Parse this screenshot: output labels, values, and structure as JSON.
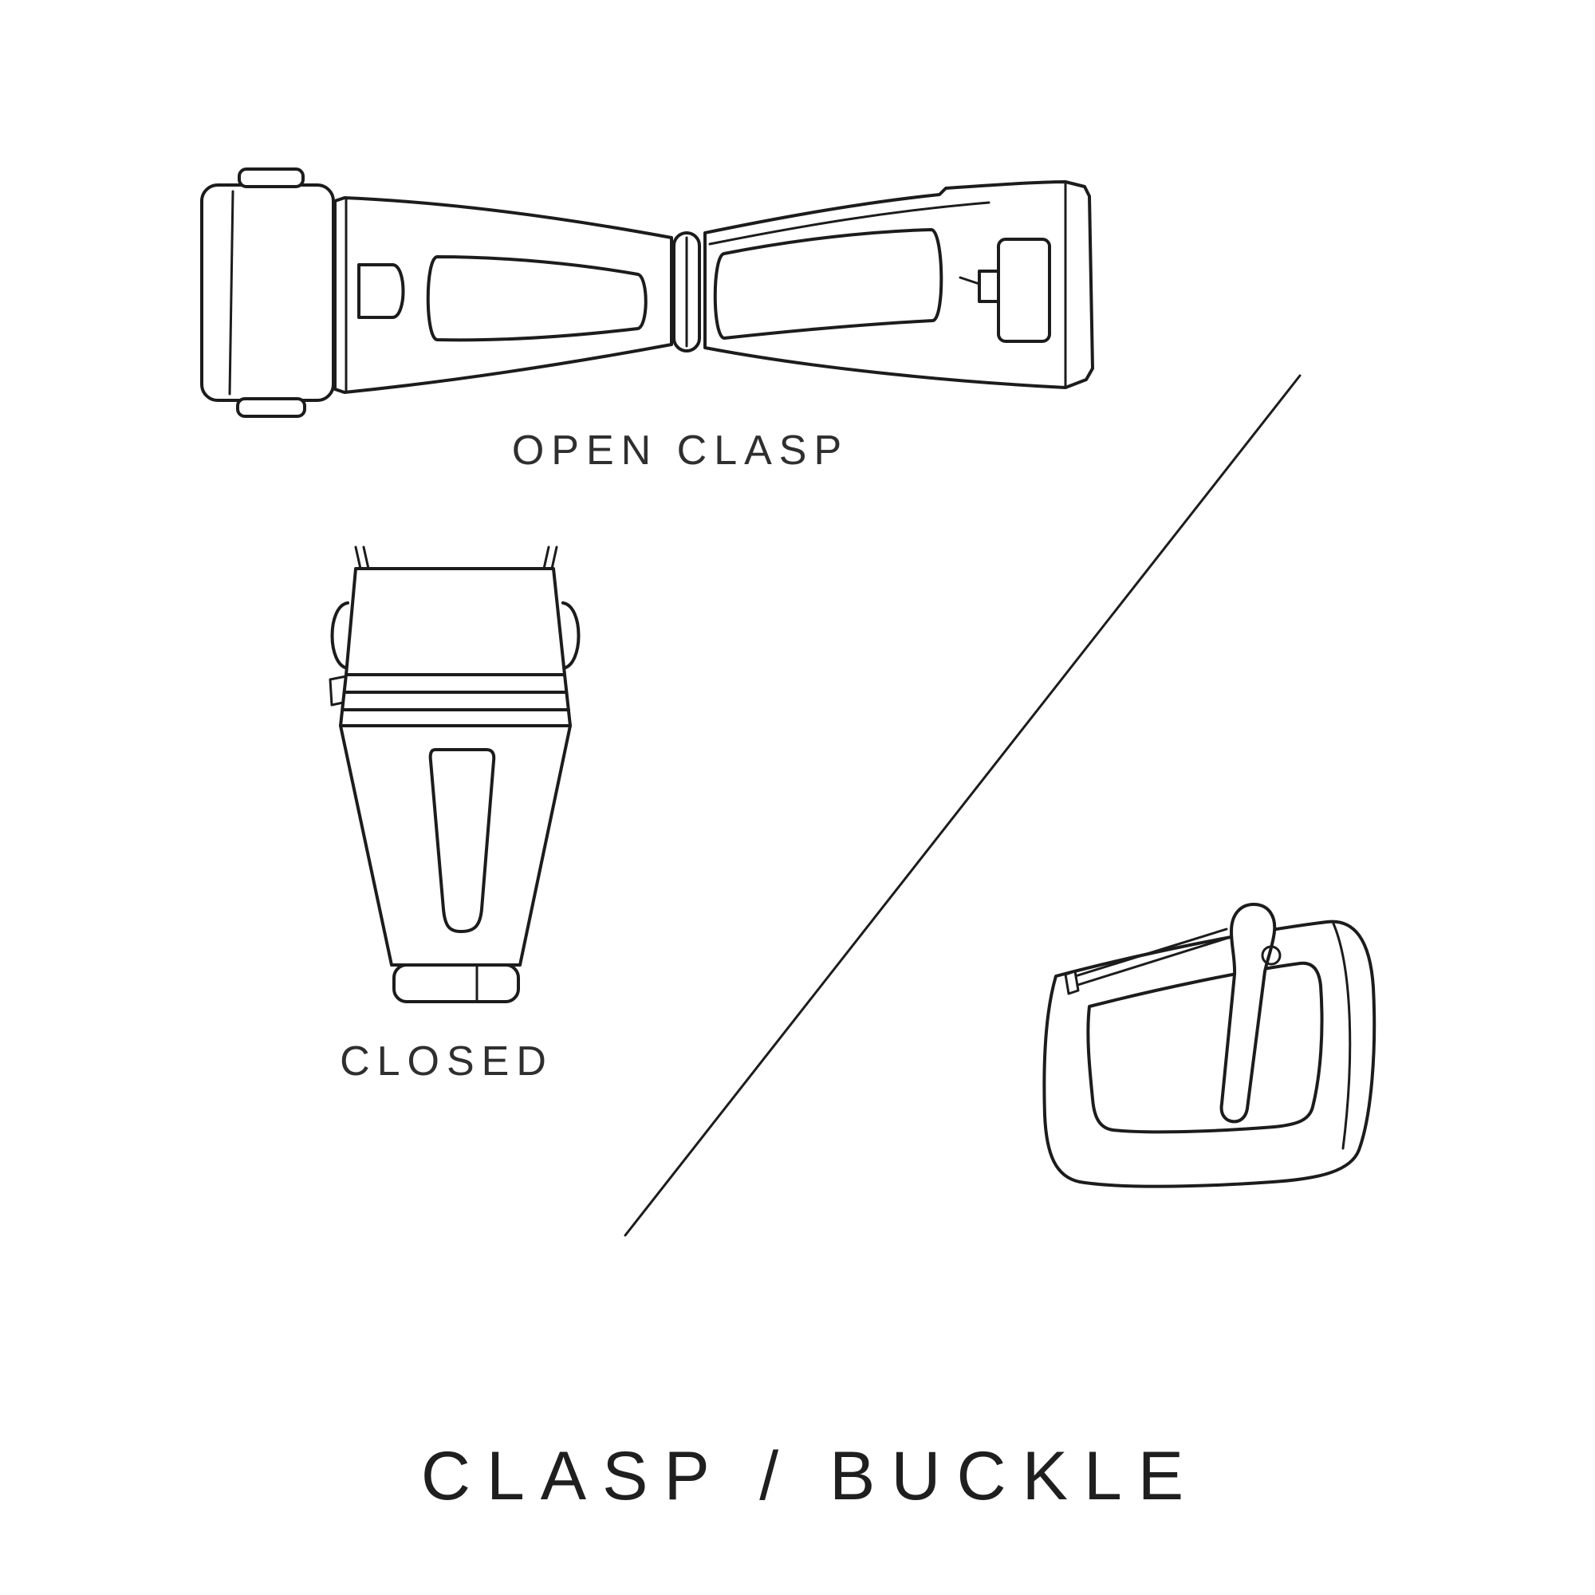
{
  "title": "CLASP / BUCKLE",
  "labels": {
    "open_clasp": "OPEN CLASP",
    "closed_clasp": "CLOSED"
  },
  "figures": {
    "open_clasp": "open-clasp-line-art",
    "closed_clasp": "closed-clasp-line-art",
    "buckle": "tang-buckle-line-art",
    "divider": "diagonal-divider-line"
  },
  "colors": {
    "line": "#1c1c1c",
    "text": "#2f2f2f",
    "background": "#ffffff"
  }
}
